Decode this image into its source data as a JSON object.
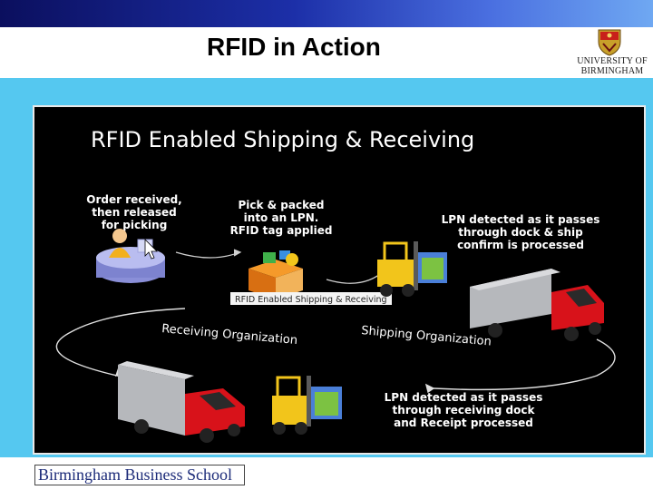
{
  "slide": {
    "title": "RFID in Action"
  },
  "logo": {
    "university_line1": "UNIVERSITY OF",
    "university_line2": "BIRMINGHAM",
    "footer": "Birmingham Business School"
  },
  "diagram": {
    "heading": "RFID Enabled Shipping & Receiving",
    "step1": [
      "Order received,",
      "then released",
      "for picking"
    ],
    "step2": [
      "Pick & packed",
      "into an LPN.",
      "RFID tag applied"
    ],
    "step3": [
      "LPN detected as it passes",
      "through dock & ship",
      "confirm is processed"
    ],
    "step4": [
      "LPN detected as it passes",
      "through receiving dock",
      "and Receipt processed"
    ],
    "caption": "RFID Enabled Shipping & Receiving",
    "receiving_label": "Receiving Organization",
    "shipping_label": "Shipping Organization"
  },
  "colors": {
    "title_bar_dark": "#0b0f5e",
    "title_bar_light": "#6fa8f2",
    "frame_cyan": "#55c8f0",
    "truck_red": "#d8121a",
    "forklift_yellow": "#f2c51b"
  },
  "icons": [
    "university-crest-icon",
    "person-at-desk-icon",
    "mouse-pointer-icon",
    "package-icon",
    "forklift-icon",
    "truck-icon"
  ]
}
